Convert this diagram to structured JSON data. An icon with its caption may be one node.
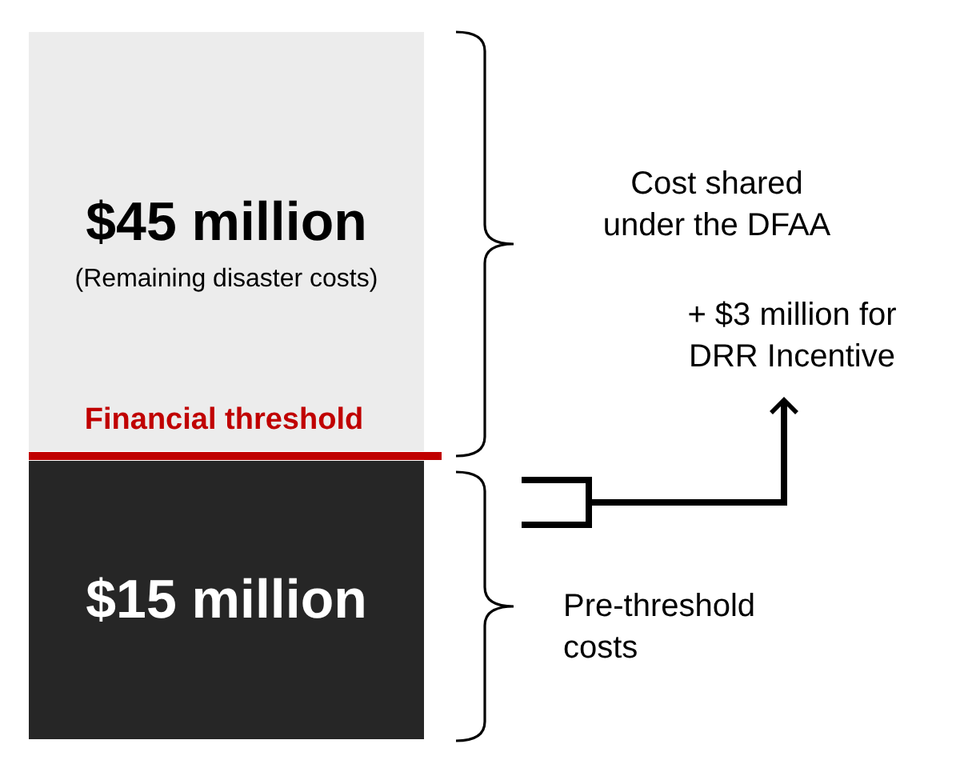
{
  "diagram": {
    "nodes": [
      {
        "text": [
          "$45 million",
          "(Remaining disaster costs)"
        ]
      },
      {
        "text": [
          "$15 million"
        ]
      },
      {
        "text": [
          "Cost shared under the DFAA"
        ]
      },
      {
        "text": [
          "+ $3 million for DRR Incentive"
        ]
      },
      {
        "text": [
          "Pre-threshold costs"
        ]
      },
      {
        "text": [],
        "shape": "bracket"
      }
    ],
    "edges": [
      {
        "from": 5,
        "to": 3,
        "arrow": "to"
      }
    ],
    "labels": [
      "Financial threshold"
    ]
  }
}
